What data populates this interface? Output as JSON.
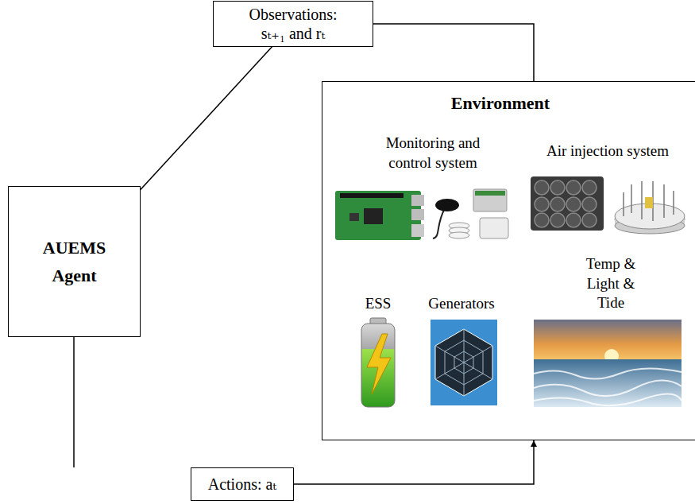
{
  "diagram": {
    "nodes": [
      {
        "text": [
          "Observations: sₜ₊₁ and rₜ"
        ]
      },
      {
        "text": [
          "AUEMS Agent"
        ]
      },
      {
        "text": [
          "Environment"
        ]
      },
      {
        "text": [
          "Actions: aₜ"
        ]
      }
    ],
    "edges": [
      {
        "from": 2,
        "to": 0,
        "arrow": "none"
      },
      {
        "from": 0,
        "to": 1,
        "arrow": "to"
      },
      {
        "from": 1,
        "to": 3,
        "arrow": "none"
      },
      {
        "from": 3,
        "to": 2,
        "arrow": "to"
      }
    ],
    "labels": [
      "Monitoring and control system",
      "Air injection system",
      "ESS",
      "Generators",
      "Temp & Light & Tide"
    ]
  }
}
